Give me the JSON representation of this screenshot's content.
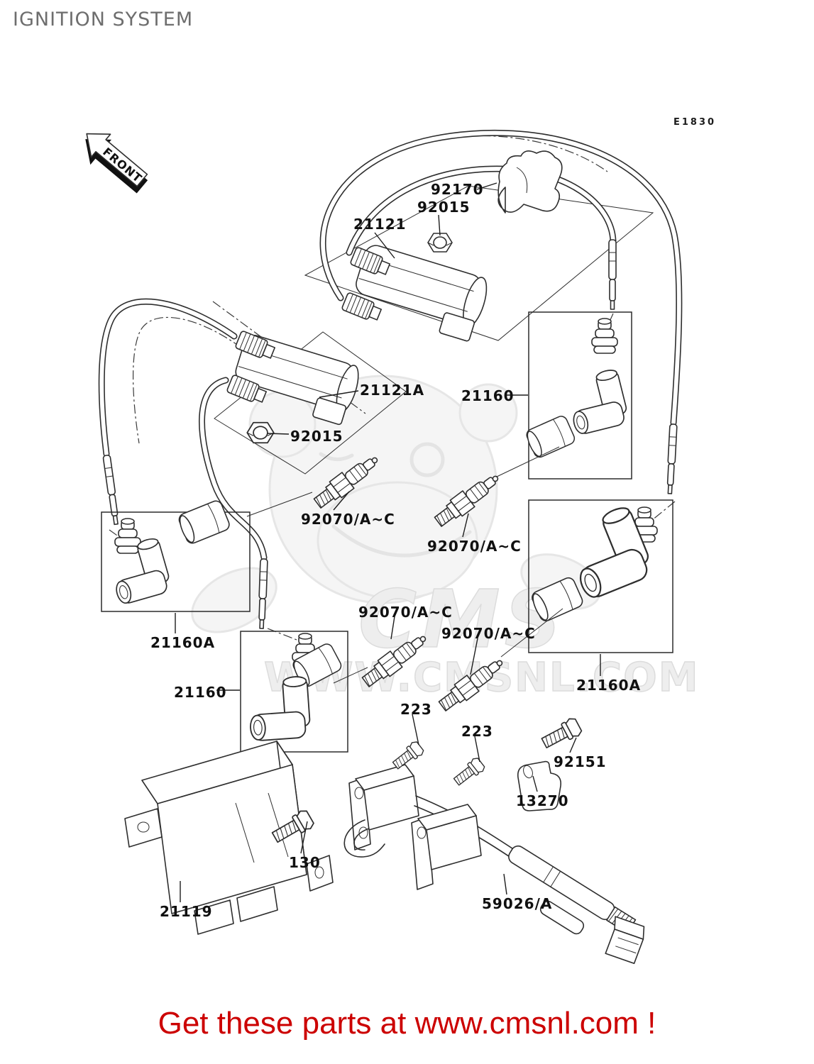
{
  "header": {
    "title": "IGNITION SYSTEM"
  },
  "diagram": {
    "code": "E1830",
    "front_label": "FRONT",
    "part_labels": [
      {
        "id": "92170",
        "label": "92170"
      },
      {
        "id": "92015-top",
        "label": "92015"
      },
      {
        "id": "21121",
        "label": "21121"
      },
      {
        "id": "21121A",
        "label": "21121A"
      },
      {
        "id": "21160-right",
        "label": "21160"
      },
      {
        "id": "92015-lower",
        "label": "92015"
      },
      {
        "id": "92070-1",
        "label": "92070/A~C"
      },
      {
        "id": "92070-2",
        "label": "92070/A~C"
      },
      {
        "id": "21160A-left",
        "label": "21160A"
      },
      {
        "id": "92070-3",
        "label": "92070/A~C"
      },
      {
        "id": "92070-4",
        "label": "92070/A~C"
      },
      {
        "id": "21160-lower",
        "label": "21160"
      },
      {
        "id": "21160A-right",
        "label": "21160A"
      },
      {
        "id": "223-1",
        "label": "223"
      },
      {
        "id": "223-2",
        "label": "223"
      },
      {
        "id": "92151",
        "label": "92151"
      },
      {
        "id": "13270",
        "label": "13270"
      },
      {
        "id": "130",
        "label": "130"
      },
      {
        "id": "21119",
        "label": "21119"
      },
      {
        "id": "59026A",
        "label": "59026/A"
      }
    ]
  },
  "watermark": {
    "brand": "CMS",
    "url": "WWW.CMSNL.COM"
  },
  "footer": {
    "message": "Get these parts at www.cmsnl.com !"
  },
  "colors": {
    "footer_red": "#cc0000",
    "title_gray": "#6e6e6e",
    "line_dark": "#2e2e2e",
    "watermark_gray": "#e6e6e6"
  }
}
